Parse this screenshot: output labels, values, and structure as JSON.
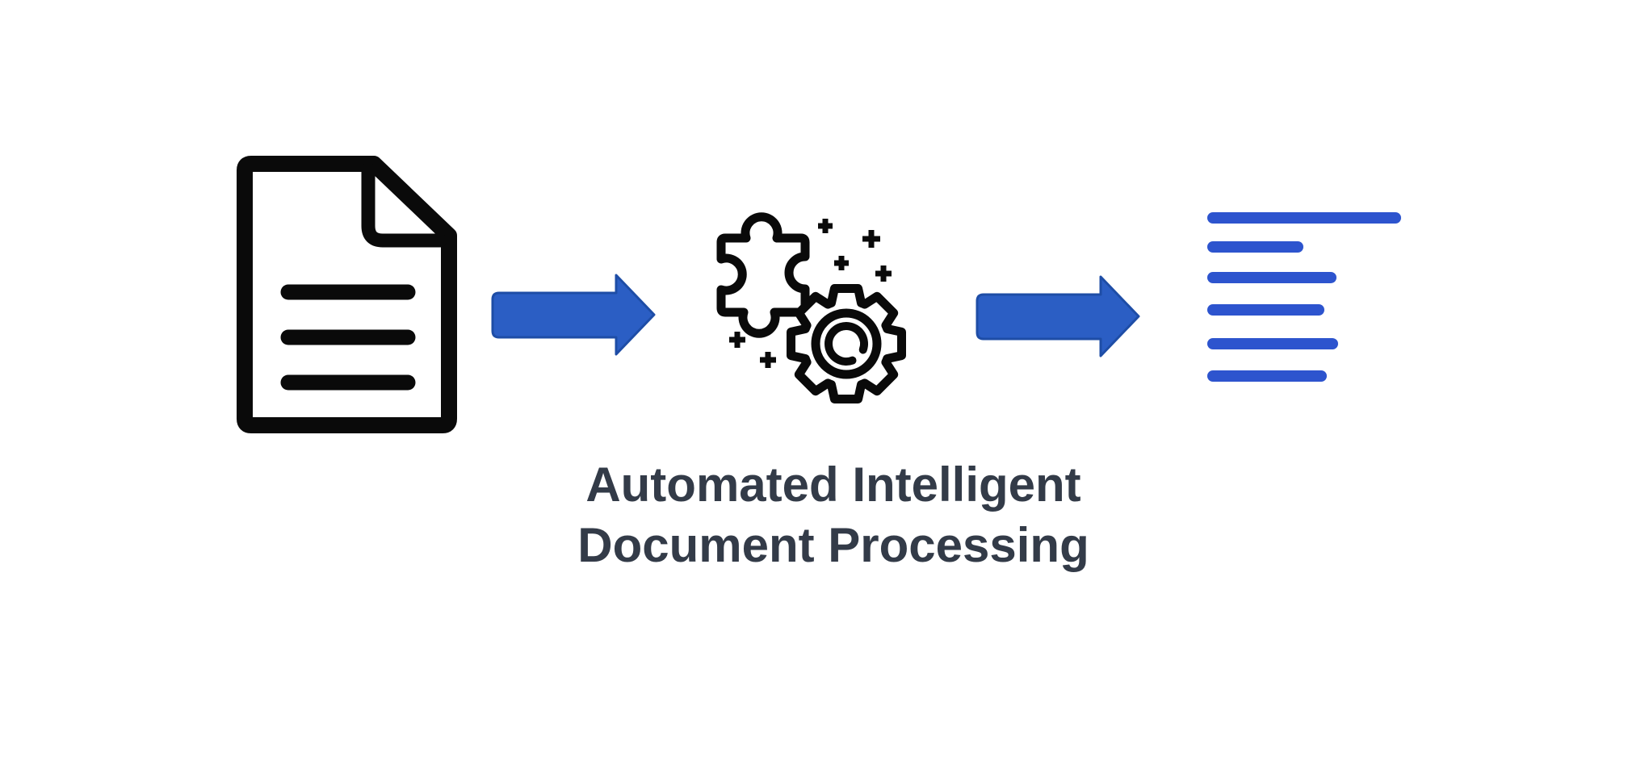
{
  "caption": {
    "line1": "Automated Intelligent",
    "line2": "Document Processing"
  },
  "colors": {
    "background": "#ffffff",
    "icon_black": "#0a0a0a",
    "arrow_fill": "#2b5ec4",
    "arrow_edge": "#1e4da6",
    "output_line_blue": "#2d54ce",
    "caption_text": "#333b48"
  },
  "icons": {
    "input": "document-icon",
    "connector_left": "arrow-right-icon",
    "process": "puzzle-gear-icon",
    "connector_right": "arrow-right-icon",
    "output": "text-lines-icon"
  },
  "counts": {
    "document_text_lines": 3,
    "output_text_lines": 6,
    "process_sparkles": 6
  }
}
